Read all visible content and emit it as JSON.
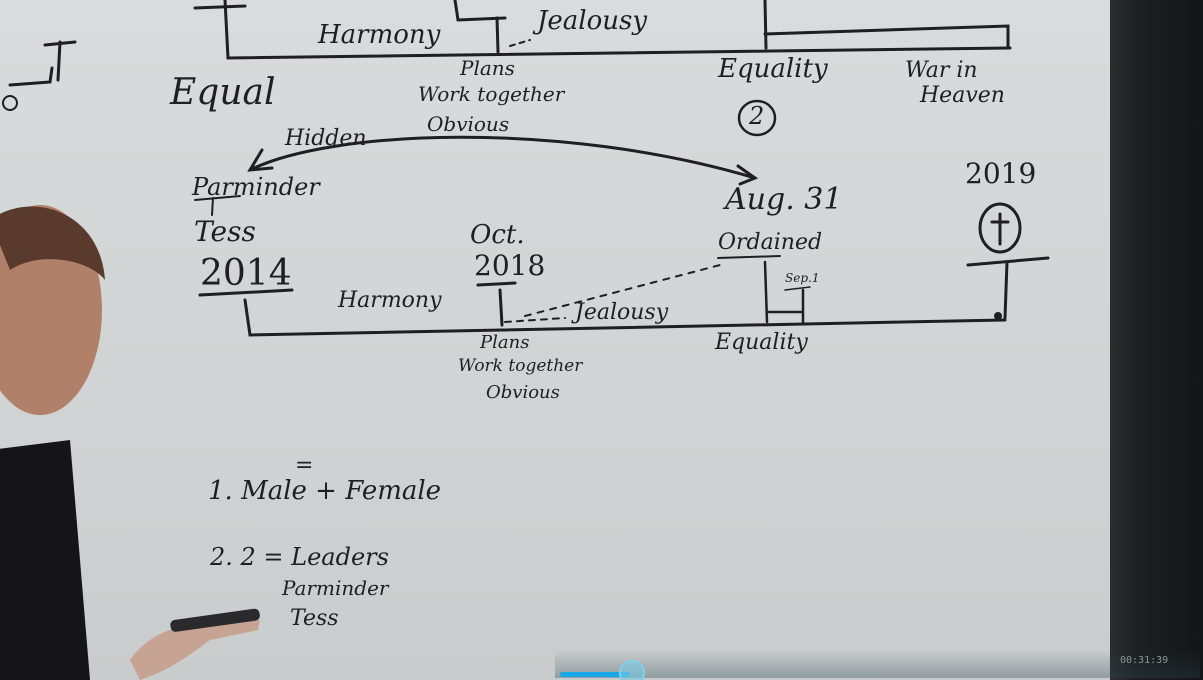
{
  "top_section": {
    "harmony": "Harmony",
    "jealousy": "Jealousy",
    "equal": "Equal",
    "plans": "Plans",
    "work_together": "Work together",
    "obvious": "Obvious",
    "equality": "Equality",
    "circle_number": "2",
    "war_in": "War in",
    "heaven": "Heaven"
  },
  "timeline": {
    "hidden": "Hidden",
    "parminder": "Parminder",
    "tess": "Tess",
    "year_start": "2014",
    "oct": "Oct.",
    "year_mid": "2018",
    "aug": "Aug. 31",
    "ordained": "Ordained",
    "sep": "Sep.1",
    "year_end": "2019",
    "harmony": "Harmony",
    "jealousy": "Jealousy",
    "plans": "Plans",
    "work_together": "Work together",
    "obvious": "Obvious",
    "equality": "Equality"
  },
  "notes": {
    "eq_sign": "=",
    "item1": "1. Male + Female",
    "item2": "2. 2 = Leaders",
    "item2_line1": "Parminder",
    "item2_line2": "Tess"
  },
  "video": {
    "timestamp": "00:31:39",
    "progress_fraction": 0.11
  }
}
